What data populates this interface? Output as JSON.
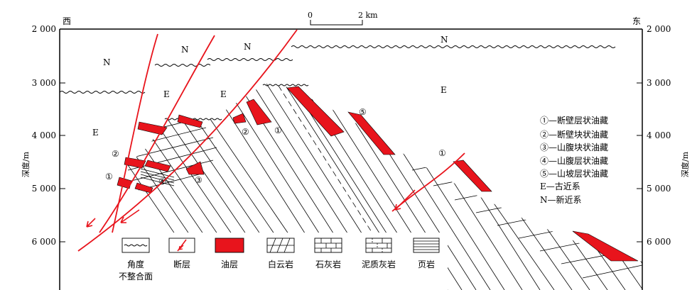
{
  "header": {
    "west": "西",
    "east": "东"
  },
  "scale_bar": {
    "start": "0",
    "end": "2 km"
  },
  "axis": {
    "left_label": "深度/m",
    "right_label": "深度/m",
    "depth_ticks": [
      "2 000",
      "3 000",
      "4 000",
      "5 000",
      "6 000"
    ]
  },
  "formations": {
    "N": "N",
    "E": "E"
  },
  "markers": {
    "m1": "①",
    "m2": "②",
    "m3": "③",
    "m4": "④",
    "m5": "⑤"
  },
  "legend_right": [
    "①—断壁层状油藏",
    "②—断壁块状油藏",
    "③—山腹块状油藏",
    "④—山腹层状油藏",
    "⑤—山坡层状油藏",
    "E—古近系",
    "N—新近系"
  ],
  "legend_bottom": [
    {
      "label": "角度",
      "label2": "不整合面",
      "icon": "unconformity-icon"
    },
    {
      "label": "断层",
      "icon": "fault-icon"
    },
    {
      "label": "油层",
      "icon": "oil-layer-icon"
    },
    {
      "label": "白云岩",
      "icon": "dolomite-icon"
    },
    {
      "label": "石灰岩",
      "icon": "limestone-icon"
    },
    {
      "label": "泥质灰岩",
      "icon": "argillaceous-limestone-icon"
    },
    {
      "label": "页岩",
      "icon": "shale-icon"
    }
  ],
  "colors": {
    "oil": "#e8141c",
    "fault": "#e8141c",
    "line": "#000000"
  }
}
